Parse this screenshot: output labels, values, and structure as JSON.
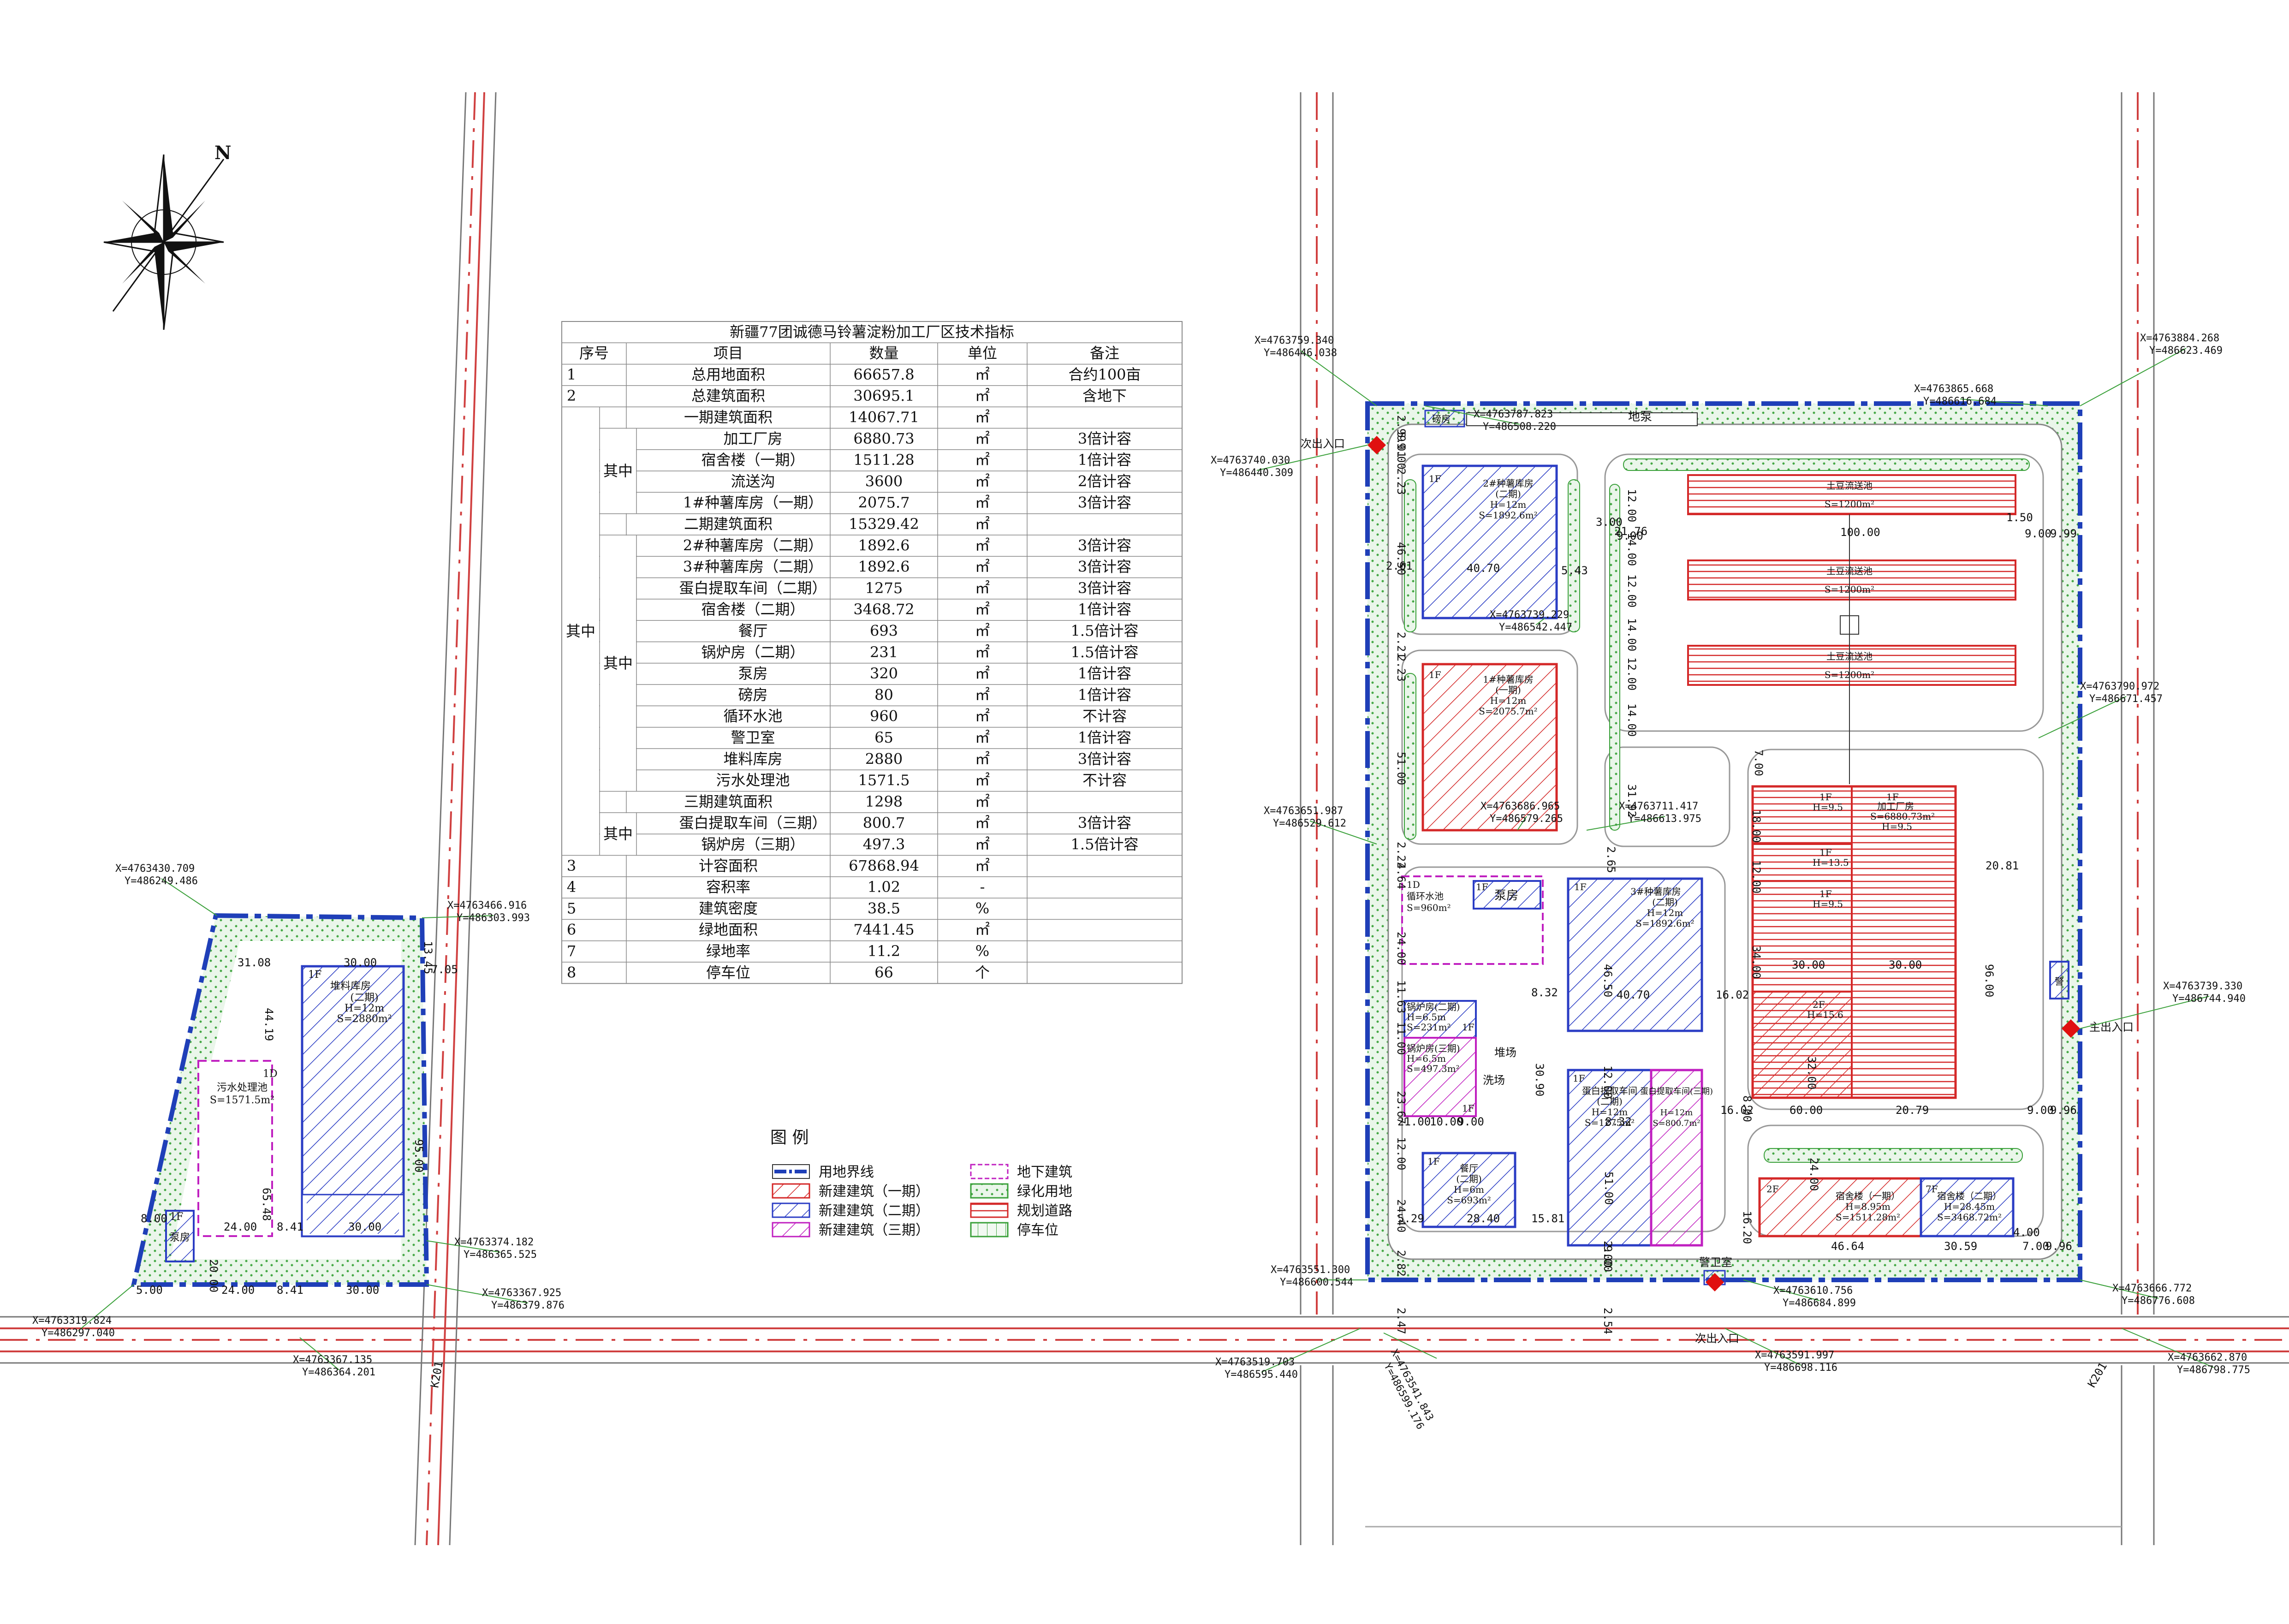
{
  "colors": {
    "boundary": "#1f3fb8",
    "phase1": "#d42828",
    "phase2": "#2b3dc4",
    "phase3": "#c020c0",
    "underground": "#c020c0",
    "green": "#3aa03a",
    "road": "#d04040"
  },
  "icons": {
    "north_arrow": "compass-star-icon",
    "entrance": "red-diamond-arrow-icon"
  },
  "north_label": "N",
  "table": {
    "title": "新疆77团诚德马铃薯淀粉加工厂区技术指标",
    "headers": [
      "序号",
      "项目",
      "数量",
      "单位",
      "备注"
    ],
    "group_labels": {
      "outer": "其中",
      "inner": "其中"
    },
    "rows": [
      {
        "no": "1",
        "item": "总用地面积",
        "qty": "66657.8",
        "unit": "㎡",
        "note": "合约100亩"
      },
      {
        "no": "2",
        "item": "总建筑面积",
        "qty": "30695.1",
        "unit": "㎡",
        "note": "含地下"
      },
      {
        "no": "",
        "item": "一期建筑面积",
        "qty": "14067.71",
        "unit": "㎡",
        "note": ""
      },
      {
        "no": "",
        "item": "加工厂房",
        "qty": "6880.73",
        "unit": "㎡",
        "note": "3倍计容"
      },
      {
        "no": "",
        "item": "宿舍楼（一期）",
        "qty": "1511.28",
        "unit": "㎡",
        "note": "1倍计容"
      },
      {
        "no": "",
        "item": "流送沟",
        "qty": "3600",
        "unit": "㎡",
        "note": "2倍计容"
      },
      {
        "no": "",
        "item": "1#种薯库房（一期）",
        "qty": "2075.7",
        "unit": "㎡",
        "note": "3倍计容"
      },
      {
        "no": "",
        "item": "二期建筑面积",
        "qty": "15329.42",
        "unit": "㎡",
        "note": ""
      },
      {
        "no": "",
        "item": "2#种薯库房（二期）",
        "qty": "1892.6",
        "unit": "㎡",
        "note": "3倍计容"
      },
      {
        "no": "",
        "item": "3#种薯库房（二期）",
        "qty": "1892.6",
        "unit": "㎡",
        "note": "3倍计容"
      },
      {
        "no": "",
        "item": "蛋白提取车间（二期）",
        "qty": "1275",
        "unit": "㎡",
        "note": "3倍计容"
      },
      {
        "no": "",
        "item": "宿舍楼（二期）",
        "qty": "3468.72",
        "unit": "㎡",
        "note": "1倍计容"
      },
      {
        "no": "",
        "item": "餐厅",
        "qty": "693",
        "unit": "㎡",
        "note": "1.5倍计容"
      },
      {
        "no": "",
        "item": "锅炉房（二期）",
        "qty": "231",
        "unit": "㎡",
        "note": "1.5倍计容"
      },
      {
        "no": "",
        "item": "泵房",
        "qty": "320",
        "unit": "㎡",
        "note": "1倍计容"
      },
      {
        "no": "",
        "item": "磅房",
        "qty": "80",
        "unit": "㎡",
        "note": "1倍计容"
      },
      {
        "no": "",
        "item": "循环水池",
        "qty": "960",
        "unit": "㎡",
        "note": "不计容"
      },
      {
        "no": "",
        "item": "警卫室",
        "qty": "65",
        "unit": "㎡",
        "note": "1倍计容"
      },
      {
        "no": "",
        "item": "堆料库房",
        "qty": "2880",
        "unit": "㎡",
        "note": "3倍计容"
      },
      {
        "no": "",
        "item": "污水处理池",
        "qty": "1571.5",
        "unit": "㎡",
        "note": "不计容"
      },
      {
        "no": "",
        "item": "三期建筑面积",
        "qty": "1298",
        "unit": "㎡",
        "note": ""
      },
      {
        "no": "",
        "item": "蛋白提取车间（三期）",
        "qty": "800.7",
        "unit": "㎡",
        "note": "3倍计容"
      },
      {
        "no": "",
        "item": "锅炉房（三期）",
        "qty": "497.3",
        "unit": "㎡",
        "note": "1.5倍计容"
      },
      {
        "no": "3",
        "item": "计容面积",
        "qty": "67868.94",
        "unit": "㎡",
        "note": ""
      },
      {
        "no": "4",
        "item": "容积率",
        "qty": "1.02",
        "unit": "-",
        "note": ""
      },
      {
        "no": "5",
        "item": "建筑密度",
        "qty": "38.5",
        "unit": "%",
        "note": ""
      },
      {
        "no": "6",
        "item": "绿地面积",
        "qty": "7441.45",
        "unit": "㎡",
        "note": ""
      },
      {
        "no": "7",
        "item": "绿地率",
        "qty": "11.2",
        "unit": "%",
        "note": ""
      },
      {
        "no": "8",
        "item": "停车位",
        "qty": "66",
        "unit": "个",
        "note": ""
      }
    ]
  },
  "legend": {
    "title": "图  例",
    "items": [
      {
        "label": "用地界线",
        "kind": "boundary"
      },
      {
        "label": "新建建筑（一期）",
        "kind": "phase1"
      },
      {
        "label": "新建建筑（二期）",
        "kind": "phase2"
      },
      {
        "label": "新建建筑（三期）",
        "kind": "phase3"
      },
      {
        "label": "地下建筑",
        "kind": "underground"
      },
      {
        "label": "绿化用地",
        "kind": "green"
      },
      {
        "label": "规划道路",
        "kind": "road"
      },
      {
        "label": "停车位",
        "kind": "parking"
      }
    ]
  },
  "buildings": {
    "seed2": {
      "floor": "1F",
      "name": "2#种薯库房",
      "phase": "(二期)",
      "h": "H=12m",
      "s": "S=1892.6m²"
    },
    "seed1": {
      "floor": "1F",
      "name": "1#种薯库房",
      "phase": "(一期)",
      "h": "H=12m",
      "s": "S=2075.7m²"
    },
    "seed3": {
      "floor": "1F",
      "name": "3#种薯库房",
      "phase": "(二期)",
      "h": "H=12m",
      "s": "S=1892.6m²"
    },
    "flume1": {
      "name": "土豆流送池",
      "s": "S=1200m²"
    },
    "flume2": {
      "name": "土豆流送池",
      "s": "S=1200m²"
    },
    "flume3": {
      "name": "土豆流送池",
      "s": "S=1200m²"
    },
    "plant": {
      "floor": "1F",
      "name": "加工厂房",
      "s": "S=6880.73m²",
      "h": "H=9.5"
    },
    "plant_b": {
      "floor": "1F",
      "h": "H=13.5"
    },
    "plant_c": {
      "floor": "1F",
      "h": "H=9.5"
    },
    "plant_d": {
      "floor": "2F",
      "h": "H=15.6"
    },
    "pool": {
      "floor": "1D",
      "name": "循环水池",
      "s": "S=960m²"
    },
    "pump": {
      "floor": "1F",
      "name": "泵房"
    },
    "boiler2": {
      "name": "锅炉房(二期)",
      "h": "H=6.5m",
      "s": "S=231m²",
      "floor": "1F"
    },
    "boiler3": {
      "name": "锅炉房(三期)",
      "h": "H=6.5m",
      "s": "S=497.3m²",
      "floor": "1F"
    },
    "yard": {
      "name": "堆场"
    },
    "wash": {
      "name": "洗场"
    },
    "protein2": {
      "floor": "1F",
      "name": "蛋白提取车间",
      "phase": "(二期)",
      "h": "H=12m",
      "s": "S=1275m²"
    },
    "protein3": {
      "name": "蛋白提取车间(三期)",
      "h": "H=12m",
      "s": "S=800.7m²"
    },
    "canteen": {
      "floor": "1F",
      "name": "餐厅",
      "phase": "(二期)",
      "h": "H=6m",
      "s": "S=693m²"
    },
    "dorm1": {
      "floor": "2F",
      "name": "宿舍楼（一期）",
      "h": "H=8.95m",
      "s": "S=1511.28m²"
    },
    "dorm2": {
      "floor": "7F",
      "name": "宿舍楼（二期）",
      "h": "H=28.45m",
      "s": "S=3468.72m²"
    },
    "guard": {
      "name": "警卫室"
    },
    "guard_east": {
      "name": "警"
    },
    "scale": {
      "name": "磅房"
    },
    "ground_pump": {
      "name": "地泵"
    },
    "stock": {
      "floor": "1F",
      "name": "堆料库房",
      "phase": "(二期)",
      "h": "H=12m",
      "s": "S=2880m²"
    },
    "sewage": {
      "floor": "1D",
      "name": "污水处理池",
      "s": "S=1571.5m²"
    },
    "pump_w": {
      "floor": "1F",
      "name": "泵房"
    }
  },
  "entrances": {
    "main": "主出入口",
    "secondary_n": "次出入口",
    "secondary_s": "次出入口"
  },
  "coords": [
    {
      "x": "X=4763759.340",
      "y": "Y=486446.038"
    },
    {
      "x": "X=4763740.030",
      "y": "Y=486440.309"
    },
    {
      "x": "X=4763787.823",
      "y": "Y=486508.220"
    },
    {
      "x": "X=4763865.668",
      "y": "Y=486616.684"
    },
    {
      "x": "X=4763884.268",
      "y": "Y=486623.469"
    },
    {
      "x": "X=4763739.229",
      "y": "Y=486542.447"
    },
    {
      "x": "X=4763790.972",
      "y": "Y=486671.457"
    },
    {
      "x": "X=4763686.965",
      "y": "Y=486579.265"
    },
    {
      "x": "X=4763711.417",
      "y": "Y=486613.975"
    },
    {
      "x": "X=4763651.987",
      "y": "Y=486529.612"
    },
    {
      "x": "X=4763739.330",
      "y": "Y=486744.940"
    },
    {
      "x": "X=4763551.300",
      "y": "Y=486600.544"
    },
    {
      "x": "X=4763610.756",
      "y": "Y=486684.899"
    },
    {
      "x": "X=4763666.772",
      "y": "Y=486776.608"
    },
    {
      "x": "X=4763519.703",
      "y": "Y=486595.440"
    },
    {
      "x": "X=4763541.843",
      "y": "Y=486599.176"
    },
    {
      "x": "X=4763591.997",
      "y": "Y=486698.116"
    },
    {
      "x": "X=4763662.870",
      "y": "Y=486798.775"
    },
    {
      "x": "X=4763430.709",
      "y": "Y=486249.486"
    },
    {
      "x": "X=4763466.916",
      "y": "Y=486303.993"
    },
    {
      "x": "X=4763374.182",
      "y": "Y=486365.525"
    },
    {
      "x": "X=4763367.925",
      "y": "Y=486379.876"
    },
    {
      "x": "X=4763319.824",
      "y": "Y=486297.040"
    },
    {
      "x": "X=4763367.135",
      "y": "Y=486364.201"
    }
  ],
  "dims": [
    "2.99",
    "5.01",
    "9.00",
    "2.23",
    "46.50",
    "2.61",
    "40.70",
    "3.00",
    "5.43",
    "9.00",
    "21.76",
    "100.00",
    "1.50",
    "9.00",
    "9.99",
    "12.00",
    "14.00",
    "12.00",
    "14.00",
    "12.00",
    "14.00",
    "31.92",
    "2.21",
    "2.23",
    "51.00",
    "7.00",
    "18.00",
    "12.00",
    "34.00",
    "20.81",
    "96.00",
    "30.00",
    "30.00",
    "2.22",
    "4.64",
    "2.65",
    "24.00",
    "11.63",
    "11.00",
    "23.67",
    "46.50",
    "40.70",
    "8.32",
    "30.90",
    "12.00",
    "16.02",
    "32.00",
    "60.00",
    "20.79",
    "9.00",
    "9.96",
    "8.00",
    "16.02",
    "24.00",
    "12.00",
    "21.00",
    "10.00",
    "9.00",
    "8.32",
    "51.00",
    "24.40",
    "5.29",
    "28.40",
    "15.81",
    "9.00",
    "2.82",
    "2.00",
    "16.20",
    "46.64",
    "30.59",
    "4.00",
    "7.00",
    "9.96",
    "2.47",
    "2.54",
    "31.08",
    "30.00",
    "13.45",
    "7.05",
    "44.19",
    "95.00",
    "65.48",
    "8.41",
    "24.00",
    "30.00",
    "8.00",
    "20.00",
    "5.00",
    "24.00",
    "8.41",
    "30.00"
  ],
  "road_labels": [
    "K201",
    "K201"
  ]
}
